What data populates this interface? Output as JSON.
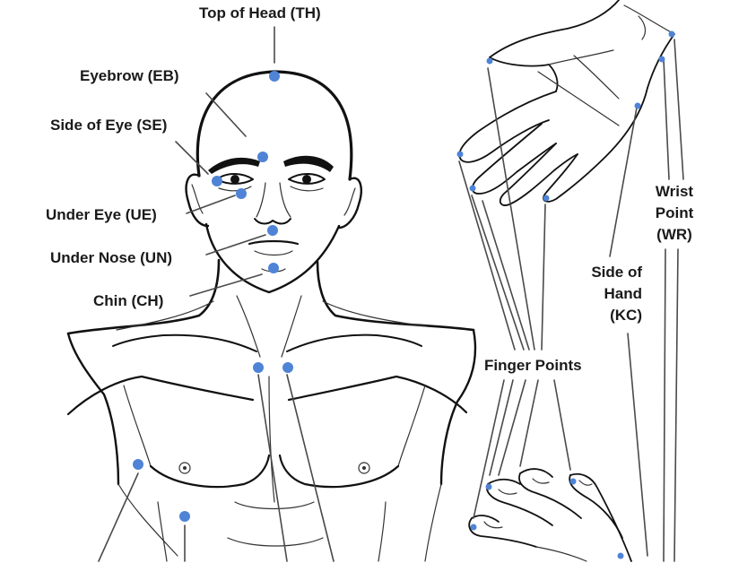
{
  "labels": {
    "top_of_head": "Top of Head (TH)",
    "eyebrow": "Eyebrow (EB)",
    "side_of_eye": "Side of Eye (SE)",
    "under_eye": "Under Eye (UE)",
    "under_nose": "Under Nose (UN)",
    "chin": "Chin (CH)",
    "finger_points": "Finger Points",
    "side_of_hand_1": "Side of",
    "side_of_hand_2": "Hand",
    "side_of_hand_3": "(KC)",
    "wrist_point_1": "Wrist",
    "wrist_point_2": "Point",
    "wrist_point_3": "(WR)"
  },
  "colors": {
    "point": "#4f83d6",
    "line": "#111111",
    "text": "#1a1a1a"
  }
}
